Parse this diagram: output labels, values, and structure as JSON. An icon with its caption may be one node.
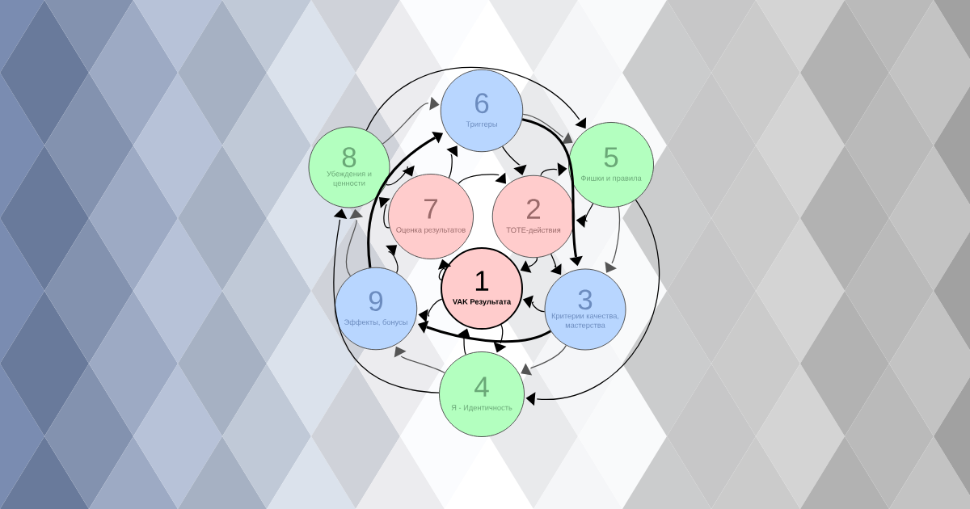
{
  "diagram": {
    "nodes": [
      {
        "text": [
          "1",
          "VAK Результата"
        ]
      },
      {
        "text": [
          "2",
          "TOTE-действия"
        ]
      },
      {
        "text": [
          "3",
          "Критерии качества, мастерства"
        ]
      },
      {
        "text": [
          "4",
          "Я - Идентичность"
        ]
      },
      {
        "text": [
          "5",
          "Фишки и правила"
        ]
      },
      {
        "text": [
          "6",
          "Триггеры"
        ]
      },
      {
        "text": [
          "7",
          "Оценка результатов"
        ]
      },
      {
        "text": [
          "8",
          "Убеждения и ценности"
        ]
      },
      {
        "text": [
          "9",
          "Эффекты, бонусы"
        ]
      }
    ],
    "edges": [
      {
        "from": 7,
        "to": 4,
        "arrow": "to"
      },
      {
        "from": 7,
        "to": 5,
        "arrow": "to",
        "color": "#555555"
      },
      {
        "from": 5,
        "to": 4,
        "arrow": "to",
        "color": "#555555"
      },
      {
        "from": 7,
        "to": 6,
        "arrow": "to"
      },
      {
        "from": 6,
        "to": 5,
        "arrow": "to"
      },
      {
        "from": 8,
        "to": 5,
        "arrow": "to",
        "style": "thick"
      },
      {
        "from": 6,
        "to": 1,
        "arrow": "to"
      },
      {
        "from": 5,
        "to": 1,
        "arrow": "to"
      },
      {
        "from": 1,
        "to": 4,
        "arrow": "to"
      },
      {
        "from": 5,
        "to": 2,
        "arrow": "to",
        "style": "thick"
      },
      {
        "from": 4,
        "to": 1,
        "arrow": "to"
      },
      {
        "from": 4,
        "to": 2,
        "arrow": "to",
        "color": "#555555"
      },
      {
        "from": 4,
        "to": 3,
        "arrow": "to"
      },
      {
        "from": 1,
        "to": 2,
        "arrow": "to"
      },
      {
        "from": 1,
        "to": 0,
        "arrow": "to"
      },
      {
        "from": 6,
        "to": 7,
        "arrow": "to"
      },
      {
        "from": 0,
        "to": 6,
        "arrow": "to"
      },
      {
        "from": 8,
        "to": 6,
        "arrow": "to"
      },
      {
        "from": 0,
        "to": 8,
        "arrow": "to"
      },
      {
        "from": 2,
        "to": 8,
        "arrow": "to",
        "style": "thick"
      },
      {
        "from": 2,
        "to": 0,
        "arrow": "to"
      },
      {
        "from": 0,
        "to": 3,
        "arrow": "to"
      },
      {
        "from": 3,
        "to": 0,
        "arrow": "to"
      },
      {
        "from": 2,
        "to": 3,
        "arrow": "to",
        "color": "#555555"
      },
      {
        "from": 3,
        "to": 8,
        "arrow": "to",
        "color": "#555555"
      },
      {
        "from": 8,
        "to": 7,
        "arrow": "to",
        "color": "#555555"
      },
      {
        "from": 3,
        "to": 7,
        "arrow": "to"
      }
    ]
  }
}
